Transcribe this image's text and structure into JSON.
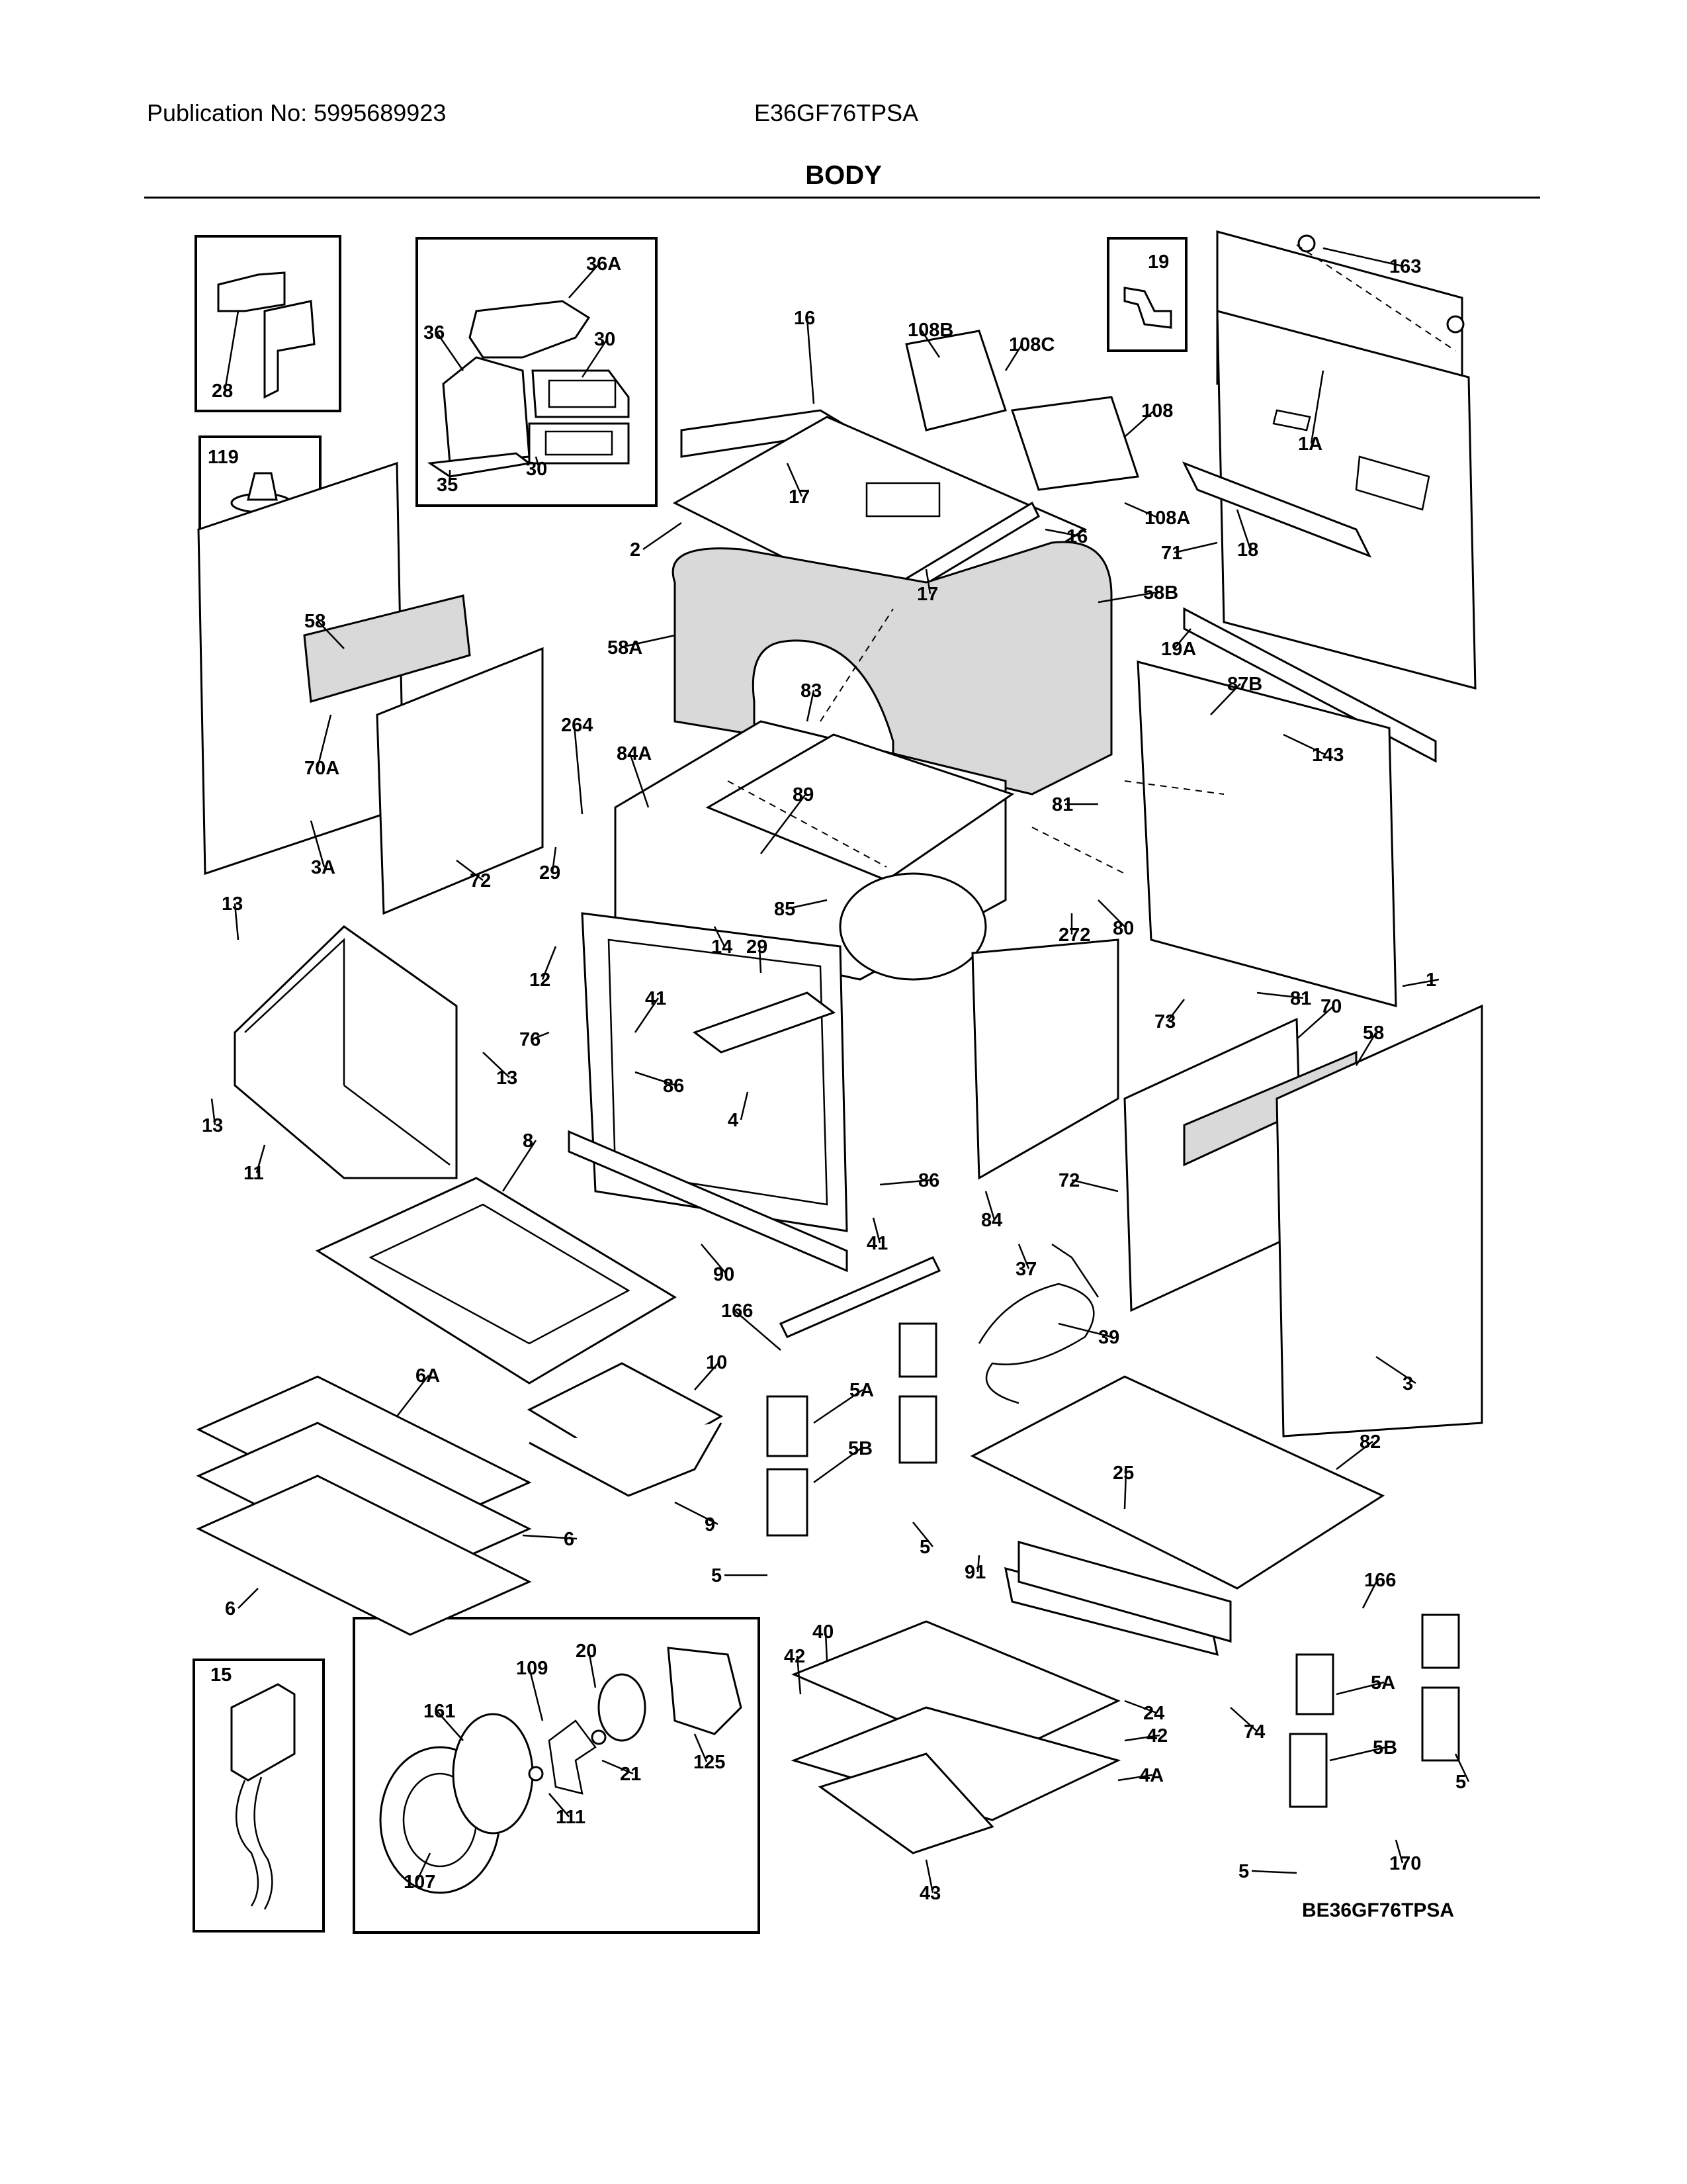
{
  "header": {
    "publication": "Publication No: 5995689923",
    "model": "E36GF76TPSA"
  },
  "title": "BODY",
  "diagram_code": "BE36GF76TPSA",
  "callouts": [
    {
      "id": "28",
      "label": "28"
    },
    {
      "id": "36A",
      "label": "36A"
    },
    {
      "id": "36",
      "label": "36"
    },
    {
      "id": "30a",
      "label": "30"
    },
    {
      "id": "30b",
      "label": "30"
    },
    {
      "id": "35",
      "label": "35"
    },
    {
      "id": "19box",
      "label": "19"
    },
    {
      "id": "163",
      "label": "163"
    },
    {
      "id": "119",
      "label": "119"
    },
    {
      "id": "16a",
      "label": "16"
    },
    {
      "id": "108B",
      "label": "108B"
    },
    {
      "id": "108C",
      "label": "108C"
    },
    {
      "id": "108",
      "label": "108"
    },
    {
      "id": "1A",
      "label": "1A"
    },
    {
      "id": "17a",
      "label": "17"
    },
    {
      "id": "16b",
      "label": "16"
    },
    {
      "id": "108A",
      "label": "108A"
    },
    {
      "id": "2",
      "label": "2"
    },
    {
      "id": "18",
      "label": "18"
    },
    {
      "id": "71",
      "label": "71"
    },
    {
      "id": "17b",
      "label": "17"
    },
    {
      "id": "58B",
      "label": "58B"
    },
    {
      "id": "58a",
      "label": "58"
    },
    {
      "id": "58A",
      "label": "58A"
    },
    {
      "id": "19A",
      "label": "19A"
    },
    {
      "id": "87B",
      "label": "87B"
    },
    {
      "id": "83",
      "label": "83"
    },
    {
      "id": "70A",
      "label": "70A"
    },
    {
      "id": "264",
      "label": "264"
    },
    {
      "id": "84A",
      "label": "84A"
    },
    {
      "id": "143",
      "label": "143"
    },
    {
      "id": "89",
      "label": "89"
    },
    {
      "id": "81a",
      "label": "81"
    },
    {
      "id": "3A",
      "label": "3A"
    },
    {
      "id": "29a",
      "label": "29"
    },
    {
      "id": "72a",
      "label": "72"
    },
    {
      "id": "85",
      "label": "85"
    },
    {
      "id": "272",
      "label": "272"
    },
    {
      "id": "80",
      "label": "80"
    },
    {
      "id": "13a",
      "label": "13"
    },
    {
      "id": "14",
      "label": "14"
    },
    {
      "id": "29b",
      "label": "29"
    },
    {
      "id": "12",
      "label": "12"
    },
    {
      "id": "1",
      "label": "1"
    },
    {
      "id": "81b",
      "label": "81"
    },
    {
      "id": "41a",
      "label": "41"
    },
    {
      "id": "70",
      "label": "70"
    },
    {
      "id": "73",
      "label": "73"
    },
    {
      "id": "58b",
      "label": "58"
    },
    {
      "id": "76",
      "label": "76"
    },
    {
      "id": "86a",
      "label": "86"
    },
    {
      "id": "13b",
      "label": "13"
    },
    {
      "id": "4",
      "label": "4"
    },
    {
      "id": "13c",
      "label": "13"
    },
    {
      "id": "8",
      "label": "8"
    },
    {
      "id": "11",
      "label": "11"
    },
    {
      "id": "86b",
      "label": "86"
    },
    {
      "id": "72b",
      "label": "72"
    },
    {
      "id": "84",
      "label": "84"
    },
    {
      "id": "41b",
      "label": "41"
    },
    {
      "id": "37",
      "label": "37"
    },
    {
      "id": "90",
      "label": "90"
    },
    {
      "id": "166a",
      "label": "166"
    },
    {
      "id": "39",
      "label": "39"
    },
    {
      "id": "3",
      "label": "3"
    },
    {
      "id": "6A",
      "label": "6A"
    },
    {
      "id": "10",
      "label": "10"
    },
    {
      "id": "5Aa",
      "label": "5A"
    },
    {
      "id": "82",
      "label": "82"
    },
    {
      "id": "5Ba",
      "label": "5B"
    },
    {
      "id": "25",
      "label": "25"
    },
    {
      "id": "9",
      "label": "9"
    },
    {
      "id": "6a",
      "label": "6"
    },
    {
      "id": "5a",
      "label": "5"
    },
    {
      "id": "5b",
      "label": "5"
    },
    {
      "id": "91",
      "label": "91"
    },
    {
      "id": "166b",
      "label": "166"
    },
    {
      "id": "6b",
      "label": "6"
    },
    {
      "id": "15",
      "label": "15"
    },
    {
      "id": "20",
      "label": "20"
    },
    {
      "id": "40",
      "label": "40"
    },
    {
      "id": "109",
      "label": "109"
    },
    {
      "id": "42a",
      "label": "42"
    },
    {
      "id": "161",
      "label": "161"
    },
    {
      "id": "24",
      "label": "24"
    },
    {
      "id": "125",
      "label": "125"
    },
    {
      "id": "21",
      "label": "21"
    },
    {
      "id": "5Ab",
      "label": "5A"
    },
    {
      "id": "74",
      "label": "74"
    },
    {
      "id": "42b",
      "label": "42"
    },
    {
      "id": "5Bb",
      "label": "5B"
    },
    {
      "id": "111",
      "label": "111"
    },
    {
      "id": "4A",
      "label": "4A"
    },
    {
      "id": "5c",
      "label": "5"
    },
    {
      "id": "107",
      "label": "107"
    },
    {
      "id": "43",
      "label": "43"
    },
    {
      "id": "170",
      "label": "170"
    },
    {
      "id": "5d",
      "label": "5"
    }
  ]
}
